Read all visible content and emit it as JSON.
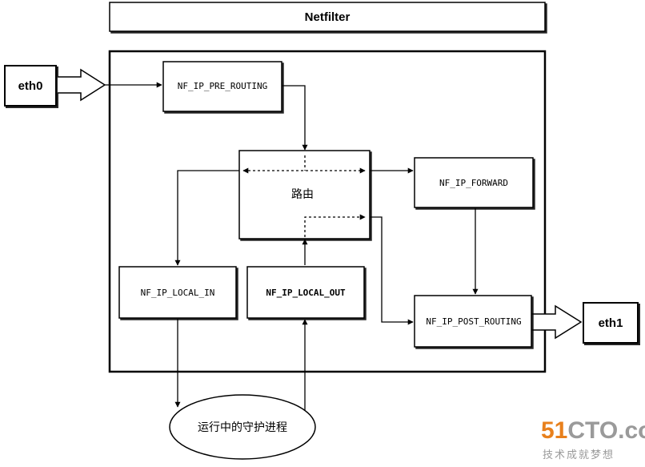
{
  "diagram": {
    "title": "Netfilter",
    "interfaces": {
      "in": "eth0",
      "out": "eth1"
    },
    "nodes": {
      "pre_routing": "NF_IP_PRE_ROUTING",
      "routing": "路由",
      "forward": "NF_IP_FORWARD",
      "local_in": "NF_IP_LOCAL_IN",
      "local_out": "NF_IP_LOCAL_OUT",
      "post_routing": "NF_IP_POST_ROUTING",
      "daemon": "运行中的守护进程"
    }
  },
  "watermark": {
    "brand_digits": "51",
    "brand_rest": "CTO.com",
    "slogan": "技术成就梦想",
    "colors": {
      "digits": "#e8801c",
      "rest": "#9a9a9a"
    }
  }
}
